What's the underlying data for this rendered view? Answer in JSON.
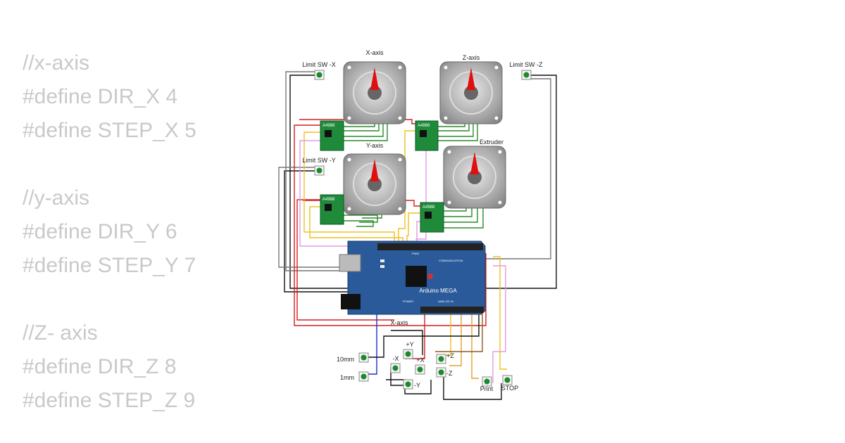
{
  "code": {
    "lines": [
      "//x-axis",
      "#define DIR_X 4",
      "#define STEP_X 5",
      "",
      "//y-axis",
      "#define DIR_Y 6",
      "#define STEP_Y 7",
      "",
      "//Z- axis",
      "#define DIR_Z 8",
      "#define STEP_Z 9"
    ]
  },
  "circuit": {
    "motors": {
      "x": "X-axis",
      "z": "Z-axis",
      "y": "Y-axis",
      "extruder": "Extruder"
    },
    "driver_label": "A4988",
    "limit_switches": {
      "x": "Limit SW -X",
      "z": "Limit SW -Z",
      "y": "Limit SW -Y"
    },
    "board": {
      "name": "Arduino MEGA",
      "pwm": "PWM",
      "communication": "COMMUNICATION",
      "power": "POWER",
      "analog_in": "ANALOG IN"
    },
    "buttons": {
      "x_axis": "X-axis",
      "ten_mm": "10mm",
      "one_mm": "1mm",
      "minus_x": "-X",
      "plus_y": "+Y",
      "plus_x": "+X",
      "minus_y": "-Y",
      "plus_z": "+Z",
      "minus_z": "-Z",
      "print": "Print",
      "stop": "STOP"
    },
    "colors": {
      "wire_red": "#d42020",
      "wire_black": "#111111",
      "wire_gray": "#777777",
      "wire_yellow": "#f0c020",
      "wire_pink": "#e39ae6",
      "wire_green": "#2a8a2a",
      "wire_blue": "#1a2fd0",
      "wire_orange": "#e0a030",
      "wire_brown": "#8a5a20",
      "board_blue": "#2a5a9a",
      "driver_green": "#1f8a3a"
    }
  }
}
